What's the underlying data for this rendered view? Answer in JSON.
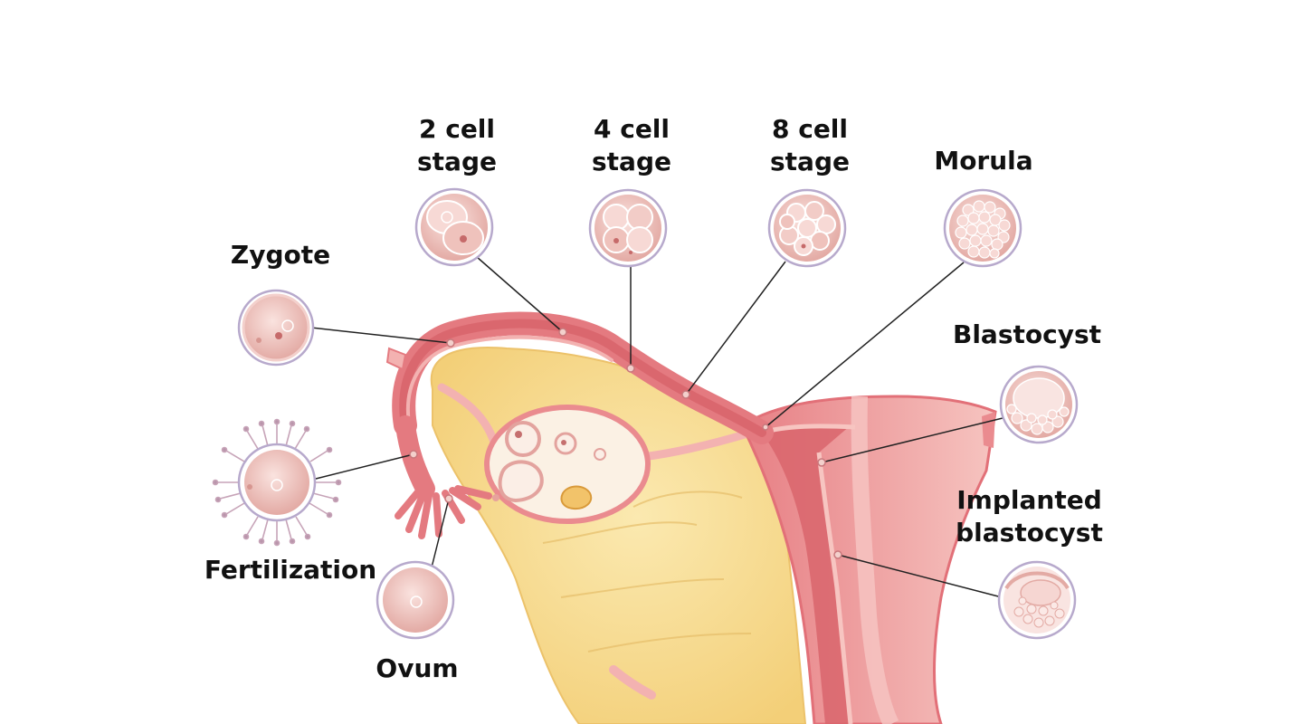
{
  "labels": {
    "two_cell_line1": "2  cell",
    "two_cell_line2": "stage",
    "four_cell_line1": "4  cell",
    "four_cell_line2": "stage",
    "eight_cell_line1": "8  cell",
    "eight_cell_line2": "stage",
    "morula": "Morula",
    "zygote": "Zygote",
    "blastocyst": "Blastocyst",
    "implanted_line1": "Implanted",
    "implanted_line2": "blastocyst",
    "fertilization": "Fertilization",
    "ovum": "Ovum"
  },
  "colors": {
    "tube": "#e47a80",
    "tube_light": "#f3b2b1",
    "tube_dark": "#d65f66",
    "uterus_wall": "#ea8b8f",
    "uterus_inner": "#f6c6c3",
    "ovary_tissue": "#f7d98a",
    "ovary_tissue_light": "#fbe7a8",
    "ovary_core": "#fbf1e4",
    "cell_fill": "#f3d0cc",
    "cell_fill_dark": "#e2a8a2",
    "cell_ring": "#b7a9cc",
    "pointer_line": "#222222"
  }
}
